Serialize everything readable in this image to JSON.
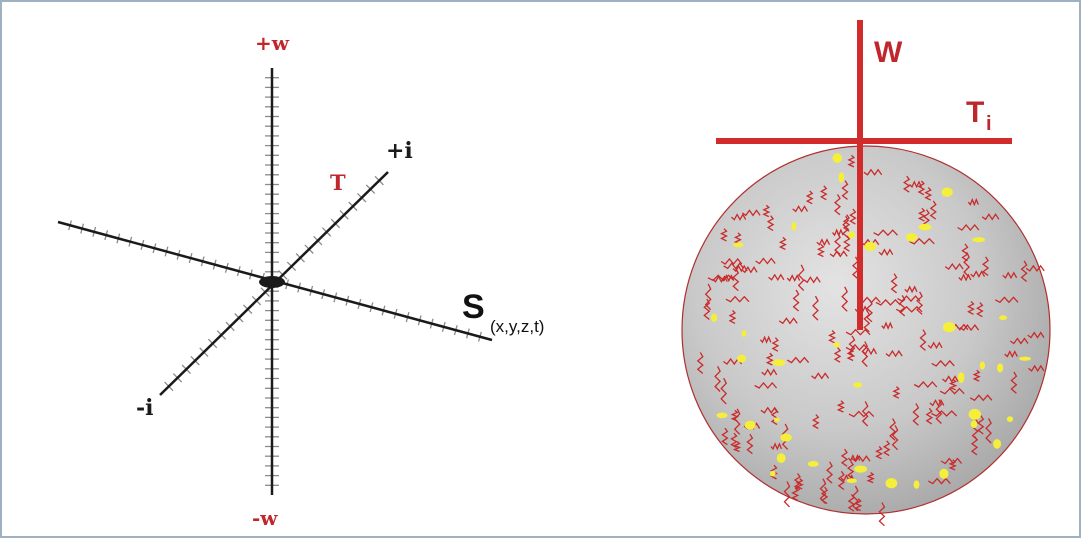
{
  "left_axes": {
    "w_plus": "+w",
    "w_minus": "-w",
    "i_plus": "+i",
    "i_minus": "-i",
    "t_label": "T",
    "s_label": "S",
    "s_subscript": "(x,y,z,t)"
  },
  "right_sphere": {
    "w_label": "W",
    "t_label": "T",
    "t_subscript": "i"
  },
  "colors": {
    "axis": "#1a1a1a",
    "label_red": "#c0272d",
    "sphere_red": "#d22b2b",
    "sphere_gray": "#c8c8c8",
    "speck_yellow": "#f5ef3a",
    "frame": "#9fb1c1"
  }
}
